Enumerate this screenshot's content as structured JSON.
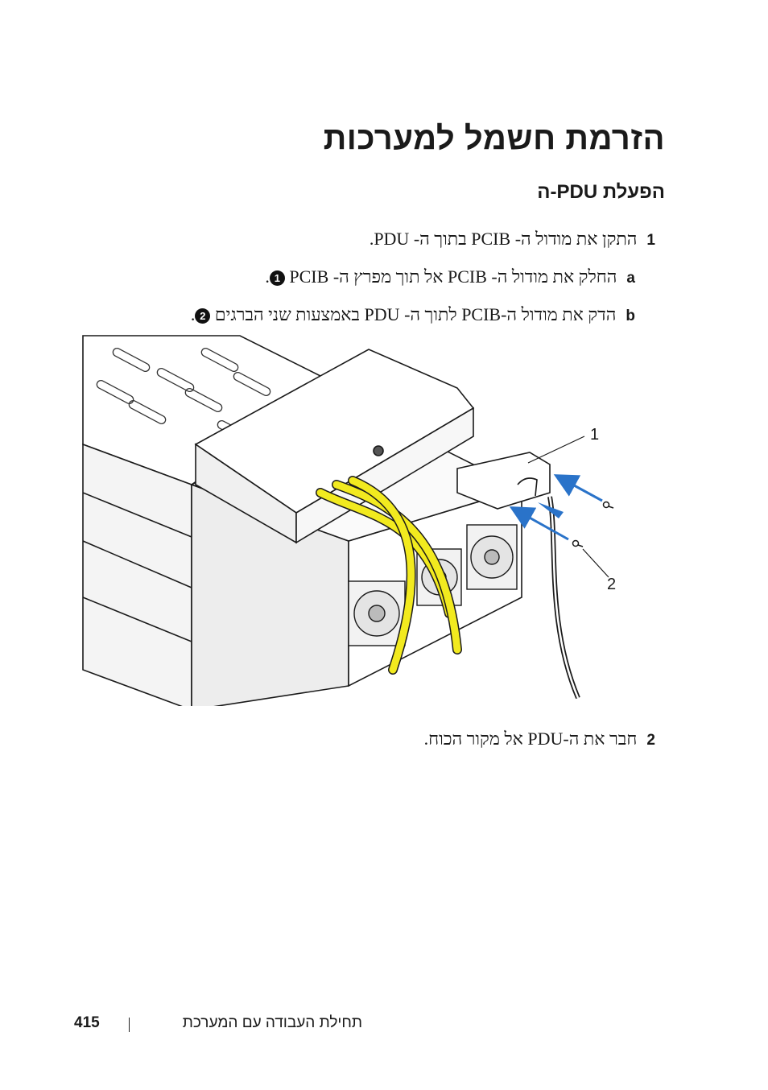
{
  "title": "הזרמת חשמל למערכות",
  "subtitle": "הפעלת PDU-ה",
  "steps": [
    {
      "num": "1",
      "text": "התקן את מודול ה- PCIB בתוך ה- PDU."
    },
    {
      "num": "a",
      "text": "החלק את מודול ה- PCIB אל תוך מפרץ ה- PCIB",
      "marker": "1"
    },
    {
      "num": "b",
      "text": "הדק את מודול ה-PCIB לתוך ה- PDU באמצעות שני הברגים",
      "marker": "2"
    },
    {
      "num": "2",
      "text": "חבר את ה-PDU אל מקור הכוח."
    }
  ],
  "figure": {
    "callouts": [
      "1",
      "2"
    ],
    "accent": "#2a73c9",
    "cable_yellow": "#f2ea1f"
  },
  "footer": {
    "page_number": "415",
    "chapter": "תחילת העבודה עם המערכת"
  }
}
